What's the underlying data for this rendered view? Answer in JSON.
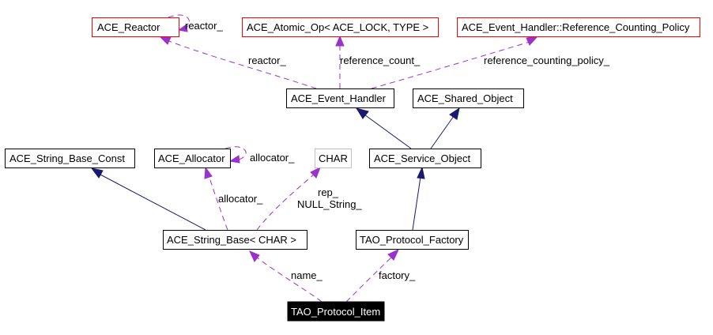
{
  "diagram": {
    "title": "TAO_Protocol_Item collaboration graph",
    "colors": {
      "inheritance_edge": "#191970",
      "usage_edge": "#9a32cd",
      "undocumented_border": "#ff0000",
      "external_border": "#bfbfbf",
      "focus_fill": "#000000"
    },
    "nodes": {
      "ace_reactor": "ACE_Reactor",
      "ace_atomic_op": "ACE_Atomic_Op< ACE_LOCK, TYPE >",
      "ref_counting_policy": "ACE_Event_Handler::Reference_Counting_Policy",
      "ace_event_handler": "ACE_Event_Handler",
      "ace_shared_object": "ACE_Shared_Object",
      "ace_string_base_const": "ACE_String_Base_Const",
      "ace_allocator": "ACE_Allocator",
      "char": "CHAR",
      "ace_service_object": "ACE_Service_Object",
      "ace_string_base": "ACE_String_Base< CHAR >",
      "tao_protocol_factory": "TAO_Protocol_Factory",
      "tao_protocol_item": "TAO_Protocol_Item"
    },
    "edge_labels": {
      "reactor_self": "reactor_",
      "reactor": "reactor_",
      "reference_count": "reference_count_",
      "reference_counting_policy": "reference_counting_policy_",
      "allocator_self": "allocator_",
      "allocator": "allocator_",
      "rep_line1": "rep_",
      "rep_line2": "NULL_String_",
      "name": "name_",
      "factory": "factory_"
    },
    "edges": [
      {
        "from": "ace_event_handler",
        "to": "ace_reactor",
        "kind": "usage",
        "label": "reactor_"
      },
      {
        "from": "ace_reactor",
        "to": "ace_reactor",
        "kind": "usage",
        "label": "reactor_"
      },
      {
        "from": "ace_event_handler",
        "to": "ace_atomic_op",
        "kind": "usage",
        "label": "reference_count_"
      },
      {
        "from": "ace_event_handler",
        "to": "ref_counting_policy",
        "kind": "usage",
        "label": "reference_counting_policy_"
      },
      {
        "from": "ace_service_object",
        "to": "ace_event_handler",
        "kind": "inheritance"
      },
      {
        "from": "ace_service_object",
        "to": "ace_shared_object",
        "kind": "inheritance"
      },
      {
        "from": "ace_string_base",
        "to": "ace_string_base_const",
        "kind": "inheritance"
      },
      {
        "from": "ace_string_base",
        "to": "ace_allocator",
        "kind": "usage",
        "label": "allocator_"
      },
      {
        "from": "ace_allocator",
        "to": "ace_allocator",
        "kind": "usage",
        "label": "allocator_"
      },
      {
        "from": "ace_string_base",
        "to": "char",
        "kind": "usage",
        "label": "rep_ NULL_String_"
      },
      {
        "from": "tao_protocol_factory",
        "to": "ace_service_object",
        "kind": "inheritance"
      },
      {
        "from": "tao_protocol_item",
        "to": "ace_string_base",
        "kind": "usage",
        "label": "name_"
      },
      {
        "from": "tao_protocol_item",
        "to": "tao_protocol_factory",
        "kind": "usage",
        "label": "factory_"
      }
    ]
  }
}
